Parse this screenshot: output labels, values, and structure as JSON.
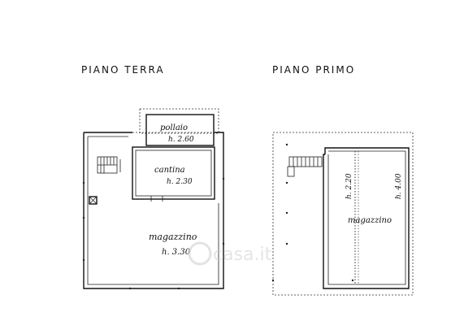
{
  "plans": {
    "ground_floor": {
      "title": "PIANO TERRA",
      "rooms": {
        "pollaio_name": "pollaio",
        "pollaio_height": "h. 2.60",
        "cantina_name": "cantina",
        "cantina_height": "h. 2.30",
        "magazzino_name": "magazzino",
        "magazzino_height": "h. 3.30"
      }
    },
    "first_floor": {
      "title": "PIANO PRIMO",
      "rooms": {
        "magazzino_name": "magazzino",
        "height_left": "h. 2.20",
        "height_right": "h. 4.00"
      }
    }
  },
  "watermark": {
    "text": "casa.it"
  }
}
